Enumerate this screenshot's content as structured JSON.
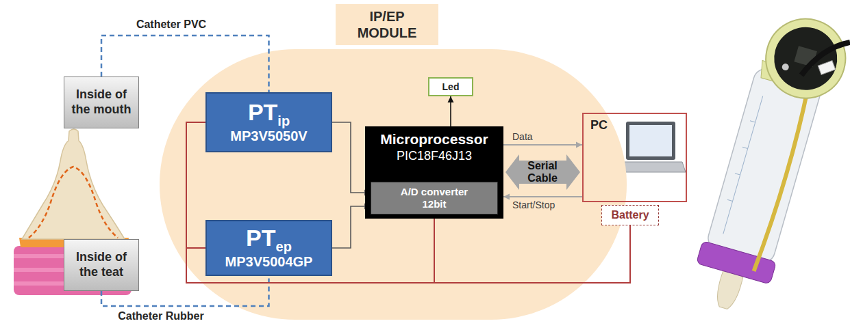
{
  "diagram": {
    "nodes": [
      {
        "text": [
          "IP/EP MODULE"
        ]
      },
      {
        "text": [
          "Inside of the mouth"
        ]
      },
      {
        "text": [
          "Inside of the teat"
        ]
      },
      {
        "text": [
          "PT",
          "ip",
          "MP3V5050V"
        ],
        "in": 0
      },
      {
        "text": [
          "PT",
          "ep",
          "MP3V5004GP"
        ],
        "in": 0
      },
      {
        "text": [
          "Microprocessor",
          "PIC18F46J13"
        ],
        "in": 0
      },
      {
        "text": [
          "A/D converter 12bit"
        ],
        "in": 5
      },
      {
        "text": [
          "Led"
        ],
        "in": 0
      },
      {
        "text": [
          "PC"
        ]
      },
      {
        "text": [
          "Battery"
        ]
      }
    ],
    "edges": [
      {
        "from": 1,
        "to": 3,
        "arrow": "none",
        "label": "Catheter PVC"
      },
      {
        "from": 2,
        "to": 4,
        "arrow": "none",
        "label": "Catheter Rubber"
      },
      {
        "from": 3,
        "to": 6,
        "arrow": "to"
      },
      {
        "from": 4,
        "to": 6,
        "arrow": "to"
      },
      {
        "from": 5,
        "to": 7,
        "arrow": "to"
      },
      {
        "from": 5,
        "to": 8,
        "arrow": "to",
        "label": "Data"
      },
      {
        "from": 5,
        "to": 8,
        "arrow": "both",
        "label": "Serial Cable"
      },
      {
        "from": 8,
        "to": 5,
        "arrow": "to",
        "label": "Start/Stop"
      },
      {
        "from": 9,
        "to": 3,
        "arrow": "none"
      },
      {
        "from": 9,
        "to": 4,
        "arrow": "none"
      },
      {
        "from": 9,
        "to": 5,
        "arrow": "none"
      }
    ]
  }
}
